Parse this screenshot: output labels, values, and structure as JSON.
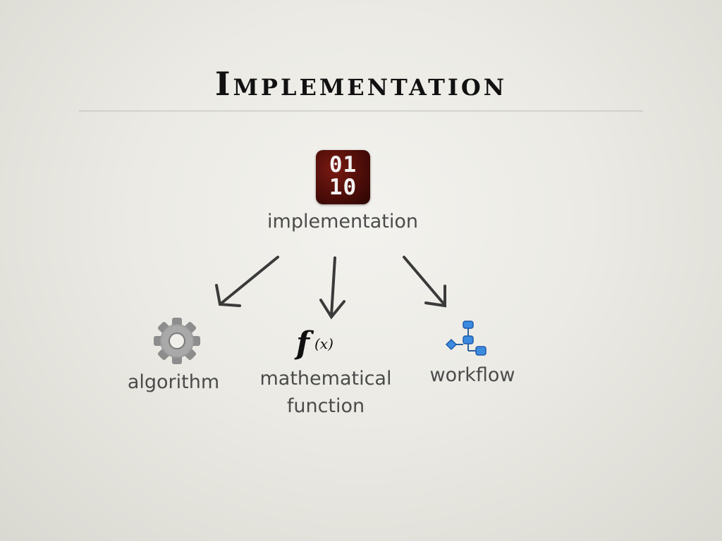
{
  "slide": {
    "title": "Implementation"
  },
  "diagram": {
    "root": {
      "label": "implementation",
      "icon": "binary-code-icon",
      "icon_text": [
        "01",
        "10"
      ]
    },
    "children": [
      {
        "label": "algorithm",
        "icon": "gear-icon"
      },
      {
        "label_line1": "mathematical",
        "label_line2": "function",
        "icon": "function-fx-icon",
        "icon_text_f": "f",
        "icon_text_x": "(x)"
      },
      {
        "label": "workflow",
        "icon": "workflow-flowchart-icon"
      }
    ]
  },
  "colors": {
    "background": "#ebeae4",
    "title": "#111111",
    "label": "#4b4b4b",
    "arrow": "#3a3a3a",
    "icon_bg": "#4a0c08",
    "workflow_blue": "#2f7fd6"
  }
}
